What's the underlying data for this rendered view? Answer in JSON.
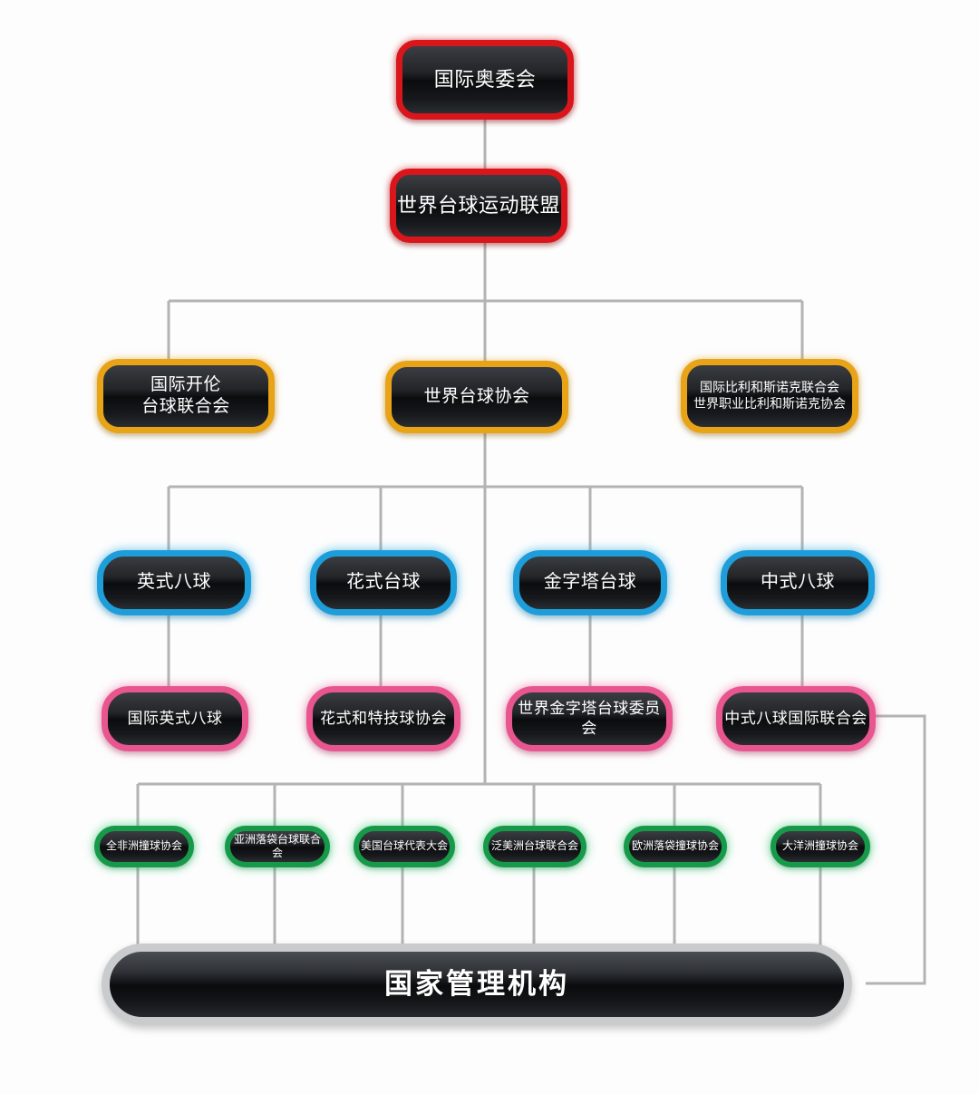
{
  "diagram": {
    "title": "国际台球组织架构图",
    "colors": {
      "red": "#d8161c",
      "orange": "#e8a317",
      "blue": "#1d9dd9",
      "pink": "#e8558f",
      "green": "#17994a",
      "silver": "#c9cbcc",
      "connector": "#b3b3b3",
      "node_fill": "#101114",
      "background": "#fdfdfd"
    },
    "levels": {
      "level1": {
        "label": "国际奥委会"
      },
      "level2": {
        "label": "世界台球运动联盟"
      },
      "level3": [
        {
          "label": "国际开伦\n台球联合会"
        },
        {
          "label": "世界台球协会"
        },
        {
          "label": "国际比利和斯诺克联合会\n世界职业比利和斯诺克协会"
        }
      ],
      "level4": [
        {
          "label": "英式八球"
        },
        {
          "label": "花式台球"
        },
        {
          "label": "金字塔台球"
        },
        {
          "label": "中式八球"
        }
      ],
      "level5": [
        {
          "label": "国际英式八球"
        },
        {
          "label": "花式和特技球协会"
        },
        {
          "label": "世界金字塔台球委员会"
        },
        {
          "label": "中式八球国际联合会"
        }
      ],
      "level6": [
        {
          "label": "全非洲撞球协会"
        },
        {
          "label": "亚洲落袋台球联合会"
        },
        {
          "label": "美国台球代表大会"
        },
        {
          "label": "泛美洲台球联合会"
        },
        {
          "label": "欧洲落袋撞球协会"
        },
        {
          "label": "大洋洲撞球协会"
        }
      ],
      "level7": {
        "label": "国家管理机构"
      }
    }
  }
}
